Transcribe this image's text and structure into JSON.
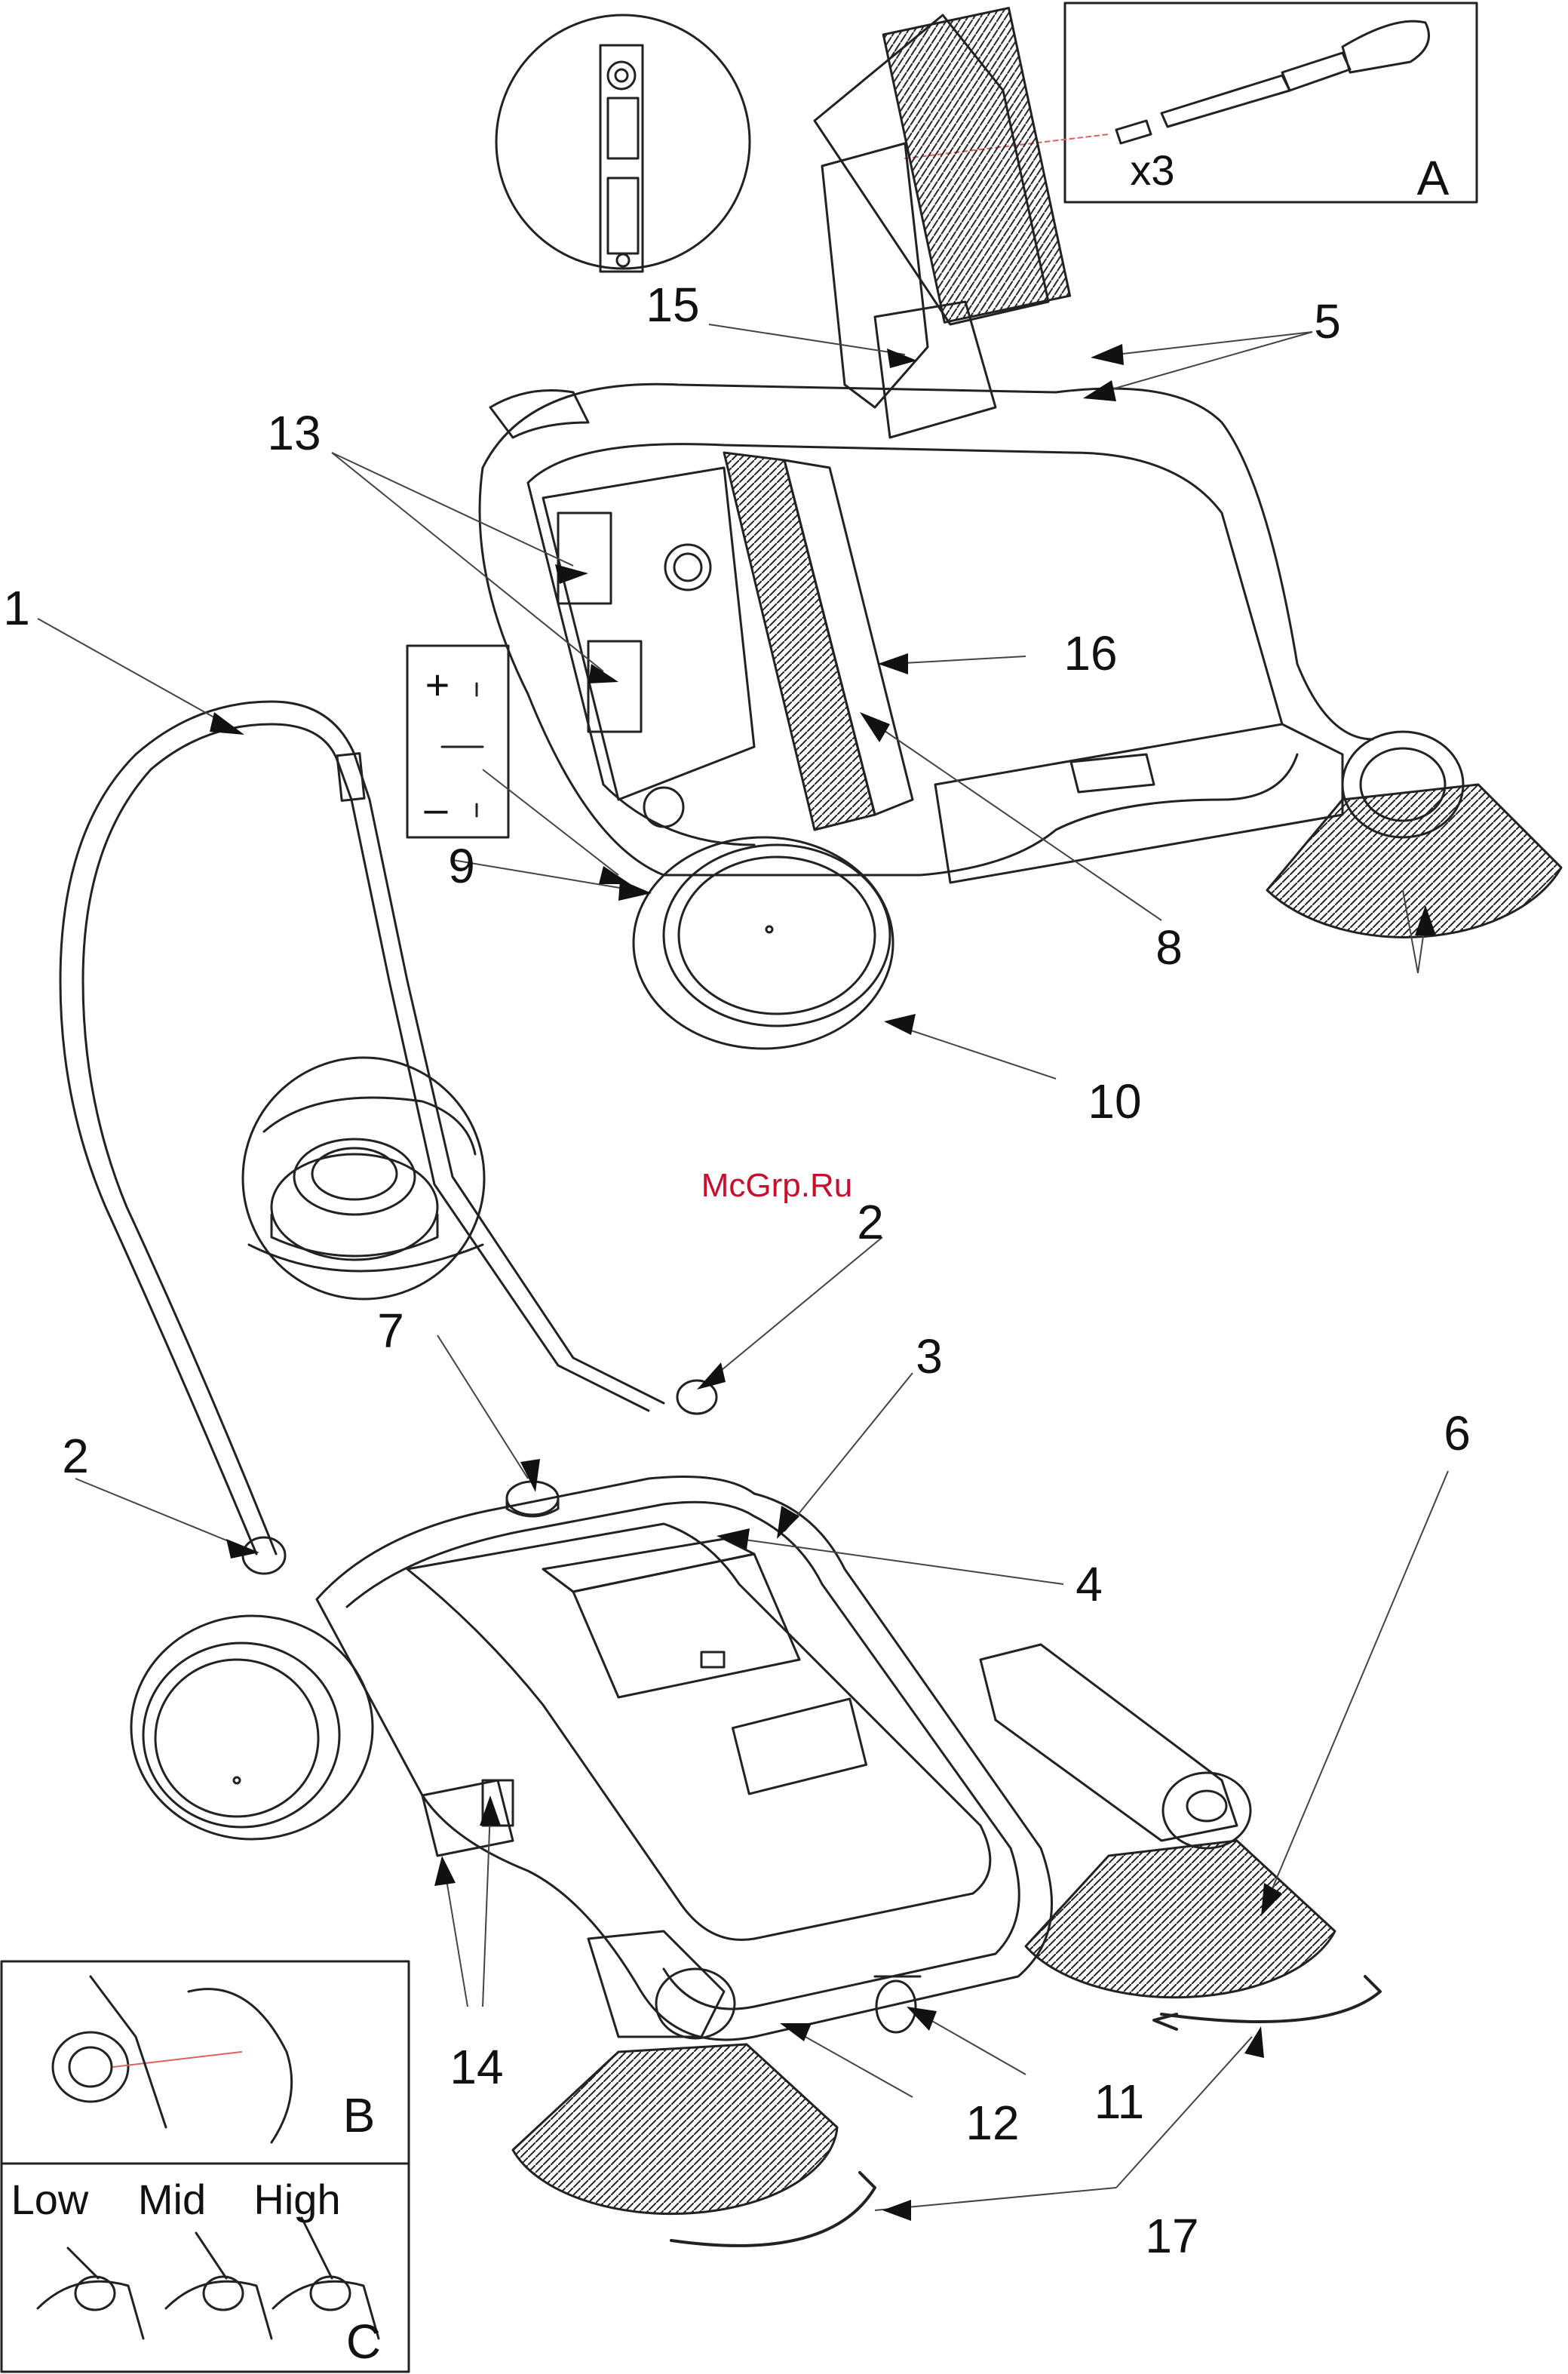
{
  "watermark": "McGrp.Ru",
  "callouts": {
    "c1": "1",
    "c2a": "2",
    "c2b": "2",
    "c3": "3",
    "c4": "4",
    "c5": "5",
    "c6": "6",
    "c7": "7",
    "c8": "8",
    "c9": "9",
    "c10": "10",
    "c11": "11",
    "c12": "12",
    "c13": "13",
    "c14": "14",
    "c15": "15",
    "c16": "16",
    "c17": "17"
  },
  "inset_a": {
    "letter": "A",
    "quantity": "x3"
  },
  "inset_b": {
    "letter": "B"
  },
  "inset_c": {
    "letter": "C",
    "settings": [
      "Low",
      "Mid",
      "High"
    ]
  },
  "battery_polarity": {
    "plus": "+",
    "minus": "–",
    "thin_minus": "-"
  }
}
